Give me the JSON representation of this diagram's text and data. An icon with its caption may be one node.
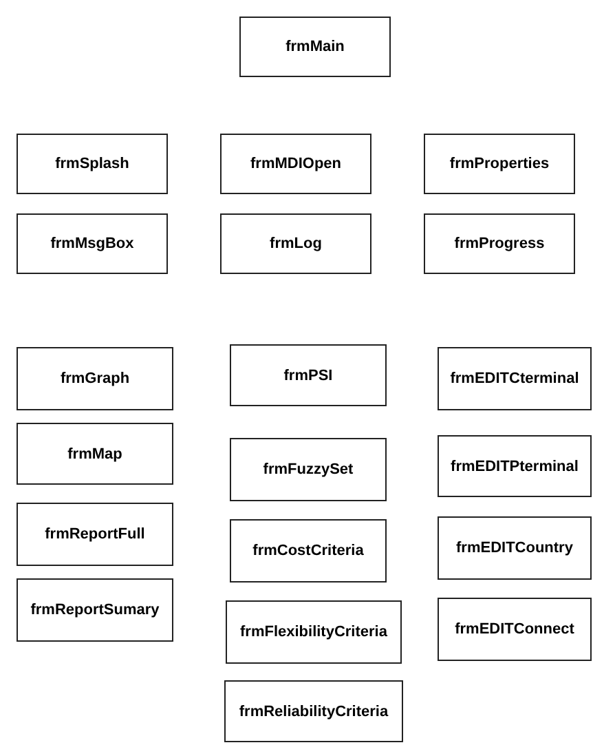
{
  "diagram": {
    "nodes": [
      {
        "text": [
          "frmMain"
        ]
      },
      {
        "text": [
          "frmSplash"
        ]
      },
      {
        "text": [
          "frmMDIOpen"
        ]
      },
      {
        "text": [
          "frmProperties"
        ]
      },
      {
        "text": [
          "frmMsgBox"
        ]
      },
      {
        "text": [
          "frmLog"
        ]
      },
      {
        "text": [
          "frmProgress"
        ]
      },
      {
        "text": [
          "frmGraph"
        ]
      },
      {
        "text": [
          "frmPSI"
        ]
      },
      {
        "text": [
          "frmEDITCterminal"
        ]
      },
      {
        "text": [
          "frmMap"
        ]
      },
      {
        "text": [
          "frmFuzzySet"
        ]
      },
      {
        "text": [
          "frmEDITPterminal"
        ]
      },
      {
        "text": [
          "frmReportFull"
        ]
      },
      {
        "text": [
          "frmCostCriteria"
        ]
      },
      {
        "text": [
          "frmEDITCountry"
        ]
      },
      {
        "text": [
          "frmReportSumary"
        ]
      },
      {
        "text": [
          "frmFlexibilityCriteria"
        ]
      },
      {
        "text": [
          "frmEDITConnect"
        ]
      },
      {
        "text": [
          "frmReliabilityCriteria"
        ]
      }
    ]
  }
}
